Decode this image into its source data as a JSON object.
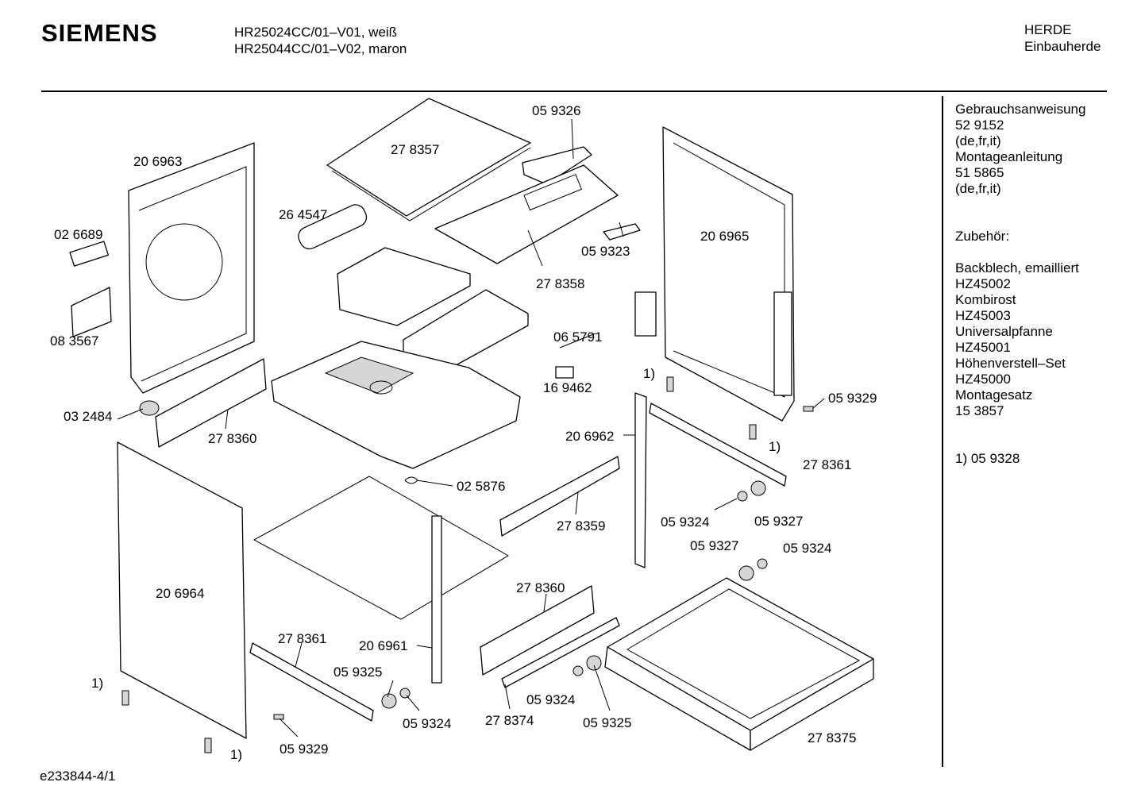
{
  "header": {
    "brand": "SIEMENS",
    "models": [
      "HR25024CC/01–V01, weiß",
      "HR25044CC/01–V02, maron"
    ],
    "category": [
      "HERDE",
      "Einbauherde"
    ]
  },
  "sidebar": {
    "manuals": [
      "Gebrauchsanweisung",
      "52 9152",
      "(de,fr,it)",
      "Montageanleitung",
      "51 5865",
      "(de,fr,it)"
    ],
    "accessories_title": "Zubehör:",
    "accessories": [
      "Backblech, emailliert",
      "HZ45002",
      "Kombirost",
      "HZ45003",
      "Universalpfanne",
      "HZ45001",
      "Höhenverstell–Set",
      "HZ45000",
      "Montagesatz",
      "15 3857"
    ],
    "footnote": "1)  05 9328"
  },
  "parts": [
    {
      "id": "p-278357",
      "label": "27 8357"
    },
    {
      "id": "p-059326",
      "label": "05 9326"
    },
    {
      "id": "p-206963",
      "label": "20 6963"
    },
    {
      "id": "p-264547",
      "label": "26 4547"
    },
    {
      "id": "p-026689",
      "label": "02 6689"
    },
    {
      "id": "p-083567",
      "label": "08 3567"
    },
    {
      "id": "p-059323",
      "label": "05 9323"
    },
    {
      "id": "p-278358",
      "label": "27 8358"
    },
    {
      "id": "p-206965",
      "label": "20 6965"
    },
    {
      "id": "p-065791",
      "label": "06 5791"
    },
    {
      "id": "p-169462",
      "label": "16 9462"
    },
    {
      "id": "p-032484",
      "label": "03 2484"
    },
    {
      "id": "p-278360a",
      "label": "27 8360"
    },
    {
      "id": "p-fn-a",
      "label": "1)"
    },
    {
      "id": "p-059329a",
      "label": "05 9329"
    },
    {
      "id": "p-fn-b",
      "label": "1)"
    },
    {
      "id": "p-206962",
      "label": "20 6962"
    },
    {
      "id": "p-278361a",
      "label": "27 8361"
    },
    {
      "id": "p-025876",
      "label": "02 5876"
    },
    {
      "id": "p-278359",
      "label": "27 8359"
    },
    {
      "id": "p-059324a",
      "label": "05 9324"
    },
    {
      "id": "p-059327a",
      "label": "05 9327"
    },
    {
      "id": "p-059327b",
      "label": "05 9327"
    },
    {
      "id": "p-059324b",
      "label": "05 9324"
    },
    {
      "id": "p-206964",
      "label": "20 6964"
    },
    {
      "id": "p-278360b",
      "label": "27 8360"
    },
    {
      "id": "p-278361b",
      "label": "27 8361"
    },
    {
      "id": "p-206961",
      "label": "20 6961"
    },
    {
      "id": "p-059325a",
      "label": "05 9325"
    },
    {
      "id": "p-fn-c",
      "label": "1)"
    },
    {
      "id": "p-059324c",
      "label": "05 9324"
    },
    {
      "id": "p-059324d",
      "label": "05 9324"
    },
    {
      "id": "p-278374",
      "label": "27 8374"
    },
    {
      "id": "p-059325b",
      "label": "05 9325"
    },
    {
      "id": "p-278375",
      "label": "27 8375"
    },
    {
      "id": "p-fn-d",
      "label": "1)"
    },
    {
      "id": "p-059329b",
      "label": "05 9329"
    }
  ],
  "footer": {
    "code": "e233844-4/1"
  }
}
